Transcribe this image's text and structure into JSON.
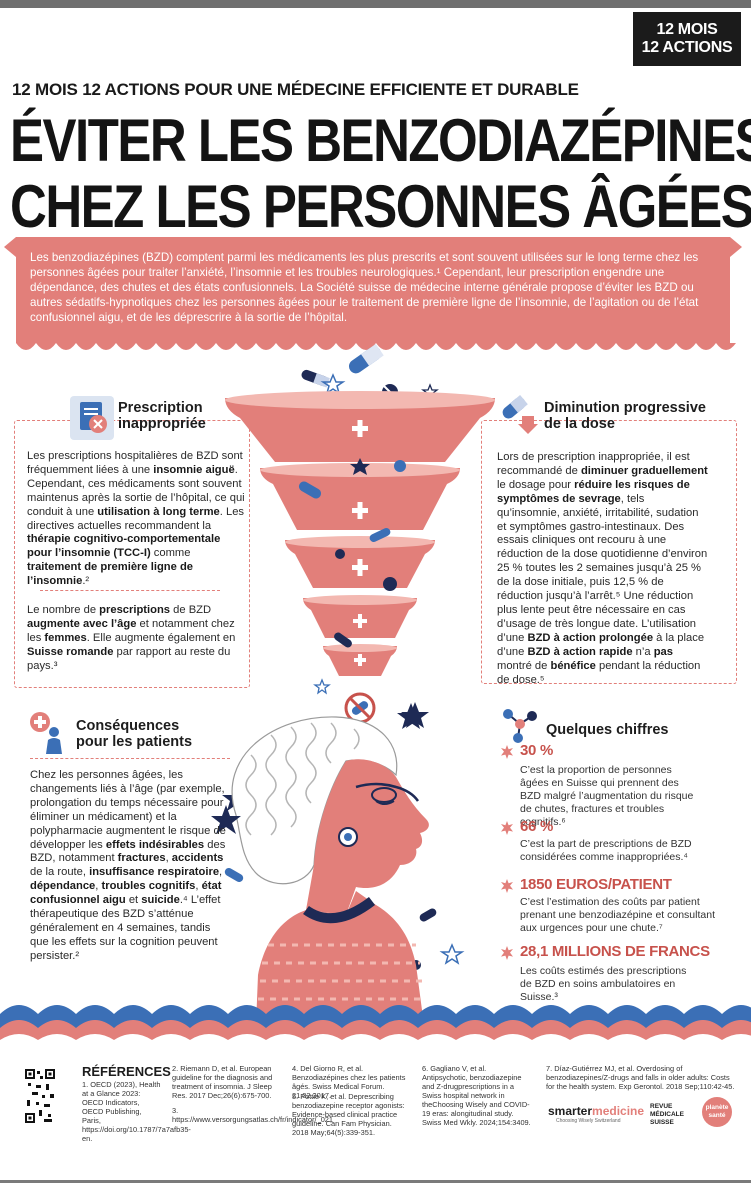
{
  "header": {
    "tag_line1": "12 MOIS",
    "tag_line2": "12 ACTIONS",
    "kicker": "12 MOIS 12 ACTIONS POUR UNE MÉDECINE EFFICIENTE ET DURABLE",
    "title_line1": "ÉVITER LES BENZODIAZÉPINES",
    "title_line2": "CHEZ LES PERSONNES ÂGÉES"
  },
  "intro": {
    "text": "Les benzodiazépines (BZD) comptent parmi les médicaments les plus prescrits et sont souvent utilisées sur le long terme chez les personnes âgées pour traiter l’anxiété, l’insomnie et les troubles neurologiques.¹ Cependant, leur prescription engendre une dépendance, des chutes et des états confusionnels. La Société suisse de médecine interne générale propose d’éviter les BZD ou autres sédatifs-hypnotiques chez les personnes âgées pour le traitement de première ligne de l’insomnie, de l’agitation ou de l’état confusionnel aigu, et de les déprescrire à la sortie de l’hôpital."
  },
  "prescription": {
    "title_line1": "Prescription",
    "title_line2": "inappropriée",
    "p1_a": "Les prescriptions hospitalières de BZD sont fréquemment liées à une ",
    "p1_b": "insomnie aiguë",
    "p1_c": ". Cependant, ces médicaments sont souvent maintenus après la sortie de l’hôpital, ce qui conduit à une ",
    "p1_d": "utilisation à long terme",
    "p1_e": ". Les directives actuelles recommandent la ",
    "p1_f": "thérapie cognitivo-comportementale pour l’insomnie (TCC-I)",
    "p1_g": " comme ",
    "p1_h": "traitement de première ligne de l’insomnie",
    "p1_i": ".²",
    "p2_a": "Le nombre de ",
    "p2_b": "prescriptions",
    "p2_c": " de BZD ",
    "p2_d": "augmente avec l’âge",
    "p2_e": " et notamment chez les ",
    "p2_f": "femmes",
    "p2_g": ". Elle augmente également en ",
    "p2_h": "Suisse romande",
    "p2_i": " par rapport au reste du pays.³"
  },
  "diminution": {
    "title_line1": "Diminution progressive",
    "title_line2": "de la dose",
    "a": "Lors de prescription inappropriée, il est recommandé de ",
    "b": "diminuer graduellement",
    "c": " le dosage pour ",
    "d": "réduire les risques de symptômes de sevrage",
    "e": ", tels qu’insomnie, anxiété, irritabilité, sudation et symptômes gastro-intestinaux. Des essais cliniques ont recouru à une réduction de la dose quotidienne d’environ 25 % toutes les 2 semaines jusqu’à 25 % de la dose initiale, puis 12,5 % de réduction jusqu’à l’arrêt.⁵ Une réduction plus lente peut être nécessaire en cas d’usage de très longue date. L’utilisation d’une ",
    "f": "BZD à action prolongée",
    "g": " à la place d’une ",
    "h": "BZD à action rapide",
    "i": " n’a ",
    "j": "pas",
    "k": " montré de ",
    "l": "bénéfice",
    "m": " pendant la réduction de dose.⁵"
  },
  "consequences": {
    "title_line1": "Conséquences",
    "title_line2": "pour les patients",
    "a": "Chez les personnes âgées, les changements liés à l’âge (par exemple, prolongation du temps nécessaire pour éliminer un médicament) et la polypharmacie augmentent le risque de développer les ",
    "b": "effets indésirables",
    "c": " des BZD, notamment ",
    "d": "fractures",
    "e": ", ",
    "f": "accidents",
    "g": " de la route, ",
    "h": "insuffisance respiratoire",
    "i": ", ",
    "j": "dépendance",
    "k": ", ",
    "l": "troubles cognitifs",
    "m": ", ",
    "n": "état confusionnel aigu",
    "o": " et ",
    "p": "suicide",
    "q": ".⁴ L’effet thérapeutique des BZD s’atténue généralement en 4 semaines, tandis que les effets sur la cognition peuvent persister.²"
  },
  "chiffres": {
    "title": "Quelques chiffres",
    "items": [
      {
        "value": "30 %",
        "desc": "C’est la proportion de personnes âgées en Suisse qui prennent des BZD malgré l’augmentation du risque de chutes, fractures et troubles cognitifs.⁶"
      },
      {
        "value": "66 %",
        "desc": "C’est la part de prescriptions de BZD considérées comme inappropriées.⁴"
      },
      {
        "value": "1850 EUROS/PATIENT",
        "desc": "C’est l’estimation des coûts par patient prenant une benzodiazépine et consultant aux urgences pour une chute.⁷"
      },
      {
        "value": "28,1 MILLIONS DE FRANCS",
        "desc": "Les coûts estimés des prescriptions de BZD en soins ambulatoires en Suisse.³"
      }
    ]
  },
  "references": {
    "heading": "RÉFÉRENCES",
    "r1": "1. OECD (2023), Health at a Glance 2023: OECD Indicators, OECD Publishing, Paris, https://doi.org/10.1787/7a7afb35-en.",
    "r2": "2. Riemann D, et al. European guideline for the diagnosis and treatment of insomnia. J Sleep Res. 2017 Dec;26(6):675-700.",
    "r3": "3. https://www.versorgungsatlas.ch/fr/indicator/_021",
    "r4": "4. Del Giorno R, et al. Benzodiazépines chez les patients âgés. Swiss Medical Forum. 21.02.2017.",
    "r5": "5. Pottie K, et al. Deprescribing benzodiazepine receptor agonists: Evidence-based clinical practice guideline. Can Fam Physician. 2018 May;64(5):339-351.",
    "r6": "6. Gagliano V, et al. Antipsychotic, benzodiazepine and Z-drugprescriptions in a Swiss hospital network in theChoosing Wisely and COVID-19 eras: alongitudinal study. Swiss Med Wkly. 2024;154:3409.",
    "r7": "7. Díaz-Gutiérrez MJ, et al. Overdosing of benzodiazepines/Z-drugs and falls in older adults: Costs for the health system. Exp Gerontol. 2018 Sep;110:42-45."
  },
  "logos": {
    "smarter": "smarter",
    "medicine": "medicine",
    "smarter_sub": "Choosing Wisely Switzerland",
    "revue_l1": "REVUE",
    "revue_l2": "MÉDICALE",
    "revue_l3": "SUISSE",
    "planete_l1": "planète",
    "planete_l2": "santé"
  },
  "colors": {
    "coral": "#e27f7a",
    "dark_coral": "#c7524c",
    "blue": "#3b6fb6",
    "navy": "#1e2a55"
  }
}
